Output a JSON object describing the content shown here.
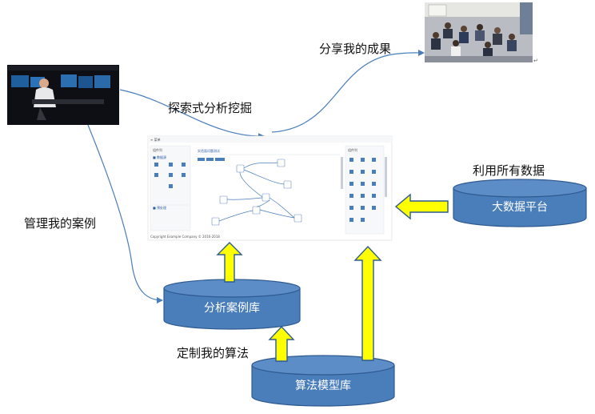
{
  "labels": {
    "share": "分享我的成果",
    "explore": "探索式分析挖掘",
    "manage": "管理我的案例",
    "use_data": "利用所有数据",
    "customize": "定制我的算法"
  },
  "cylinders": {
    "bigdata": "大数据平台",
    "case_lib": "分析案例库",
    "algo_lib": "算法模型库"
  },
  "canvas_mock": {
    "left_panel_title": "组件列",
    "right_panel_title": "组件列",
    "flow_title": "实验面问题测试",
    "footer": "Copyright Example Company © 2016-2018"
  },
  "colors": {
    "cylinder_fill": "#4a7ebb",
    "cylinder_stroke": "#2f5a91",
    "arrow_fill": "#ffff00",
    "arrow_stroke": "#2f5a91",
    "curve": "#4a7ebb"
  }
}
